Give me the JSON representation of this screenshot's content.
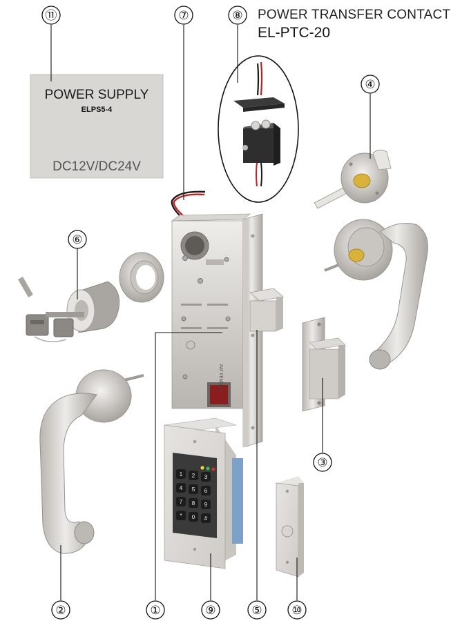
{
  "power_transfer": {
    "title": "POWER TRANSFER CONTACT",
    "model": "EL-PTC-20"
  },
  "power_supply": {
    "title": "POWER SUPPLY",
    "model": "ELPS5-4",
    "voltage": "DC12V/DC24V"
  },
  "lock_body": {
    "mark": "PAT PENDING"
  },
  "keypad": {
    "keys": [
      "1",
      "2",
      "3",
      "4",
      "5",
      "6",
      "7",
      "8",
      "9",
      "*",
      "0",
      "#"
    ]
  },
  "callouts": {
    "c1": "①",
    "c2": "②",
    "c3": "③",
    "c4": "④",
    "c5": "⑤",
    "c6": "⑥",
    "c7": "⑦",
    "c8": "⑧",
    "c9": "⑨",
    "c10": "⑩",
    "c11": "⑪"
  },
  "colors": {
    "metal_light": "#e4e2df",
    "metal_mid": "#c9c6c2",
    "metal_dark": "#9e9a95",
    "wire_red": "#c81e1e",
    "wire_black": "#1a1a1a",
    "brass": "#d9b23a",
    "panel_gray": "#d9d7d3"
  }
}
